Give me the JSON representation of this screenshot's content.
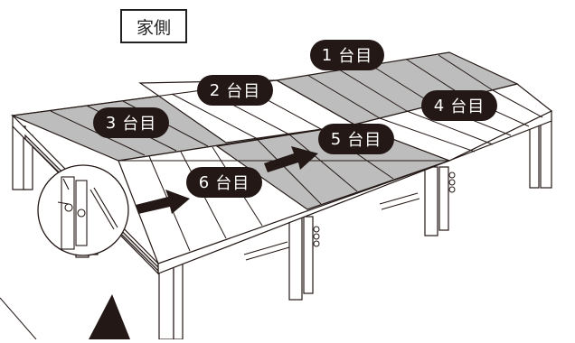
{
  "house_side_label": "家側",
  "units": [
    {
      "number": "1",
      "suffix": "台目"
    },
    {
      "number": "2",
      "suffix": "台目"
    },
    {
      "number": "3",
      "suffix": "台目"
    },
    {
      "number": "4",
      "suffix": "台目"
    },
    {
      "number": "5",
      "suffix": "台目"
    },
    {
      "number": "6",
      "suffix": "台目"
    }
  ],
  "colors": {
    "deck_gray": "#bdbdbd",
    "deck_white": "#ffffff",
    "line": "#231815",
    "label_bg": "#231815"
  }
}
